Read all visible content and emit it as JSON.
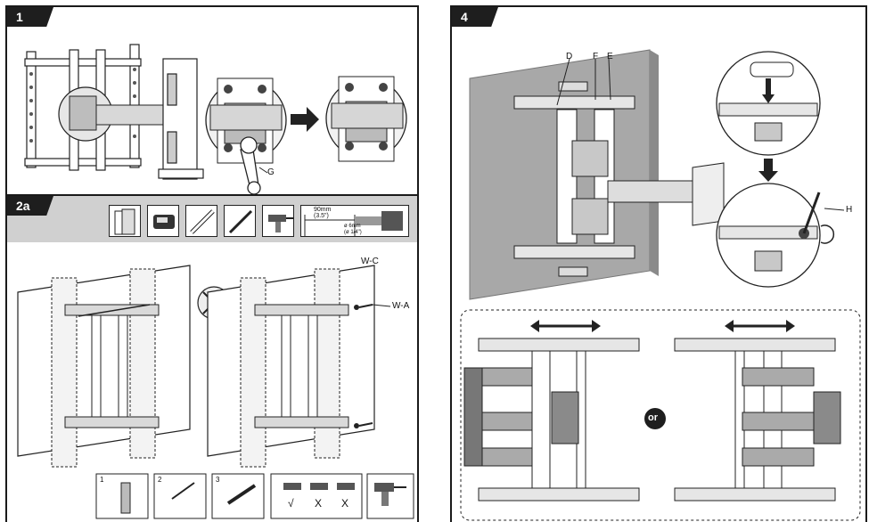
{
  "steps": {
    "step1": "1",
    "step2a": "2a",
    "step4": "4"
  },
  "callouts": {
    "G": "G",
    "WC": "W-C",
    "WA": "W-A",
    "D": "D",
    "F": "F",
    "E": "E",
    "H": "H"
  },
  "drill_spec": {
    "depth_mm": "90mm",
    "depth_in": "(3.5\")",
    "bit_mm": "ø 6mm",
    "bit_in": "(ø 1/4\")"
  },
  "substeps": [
    "1",
    "2",
    "3"
  ],
  "level_marks": [
    "√",
    "X",
    "X"
  ],
  "or_label": "or",
  "colors": {
    "panel_border": "#1a1a1a",
    "tab_bg": "#1e1e1e",
    "gray_bar": "#d0d0d0",
    "wall_texture": "#9a9a9a",
    "accent_arrow": "#222222"
  },
  "icons": [
    "wrench-icon",
    "arrow-right-icon",
    "arrow-down-icon",
    "double-arrow-icon",
    "drill-icon",
    "level-icon",
    "stud-finder-icon",
    "pencil-icon",
    "no-drywall-icon"
  ]
}
